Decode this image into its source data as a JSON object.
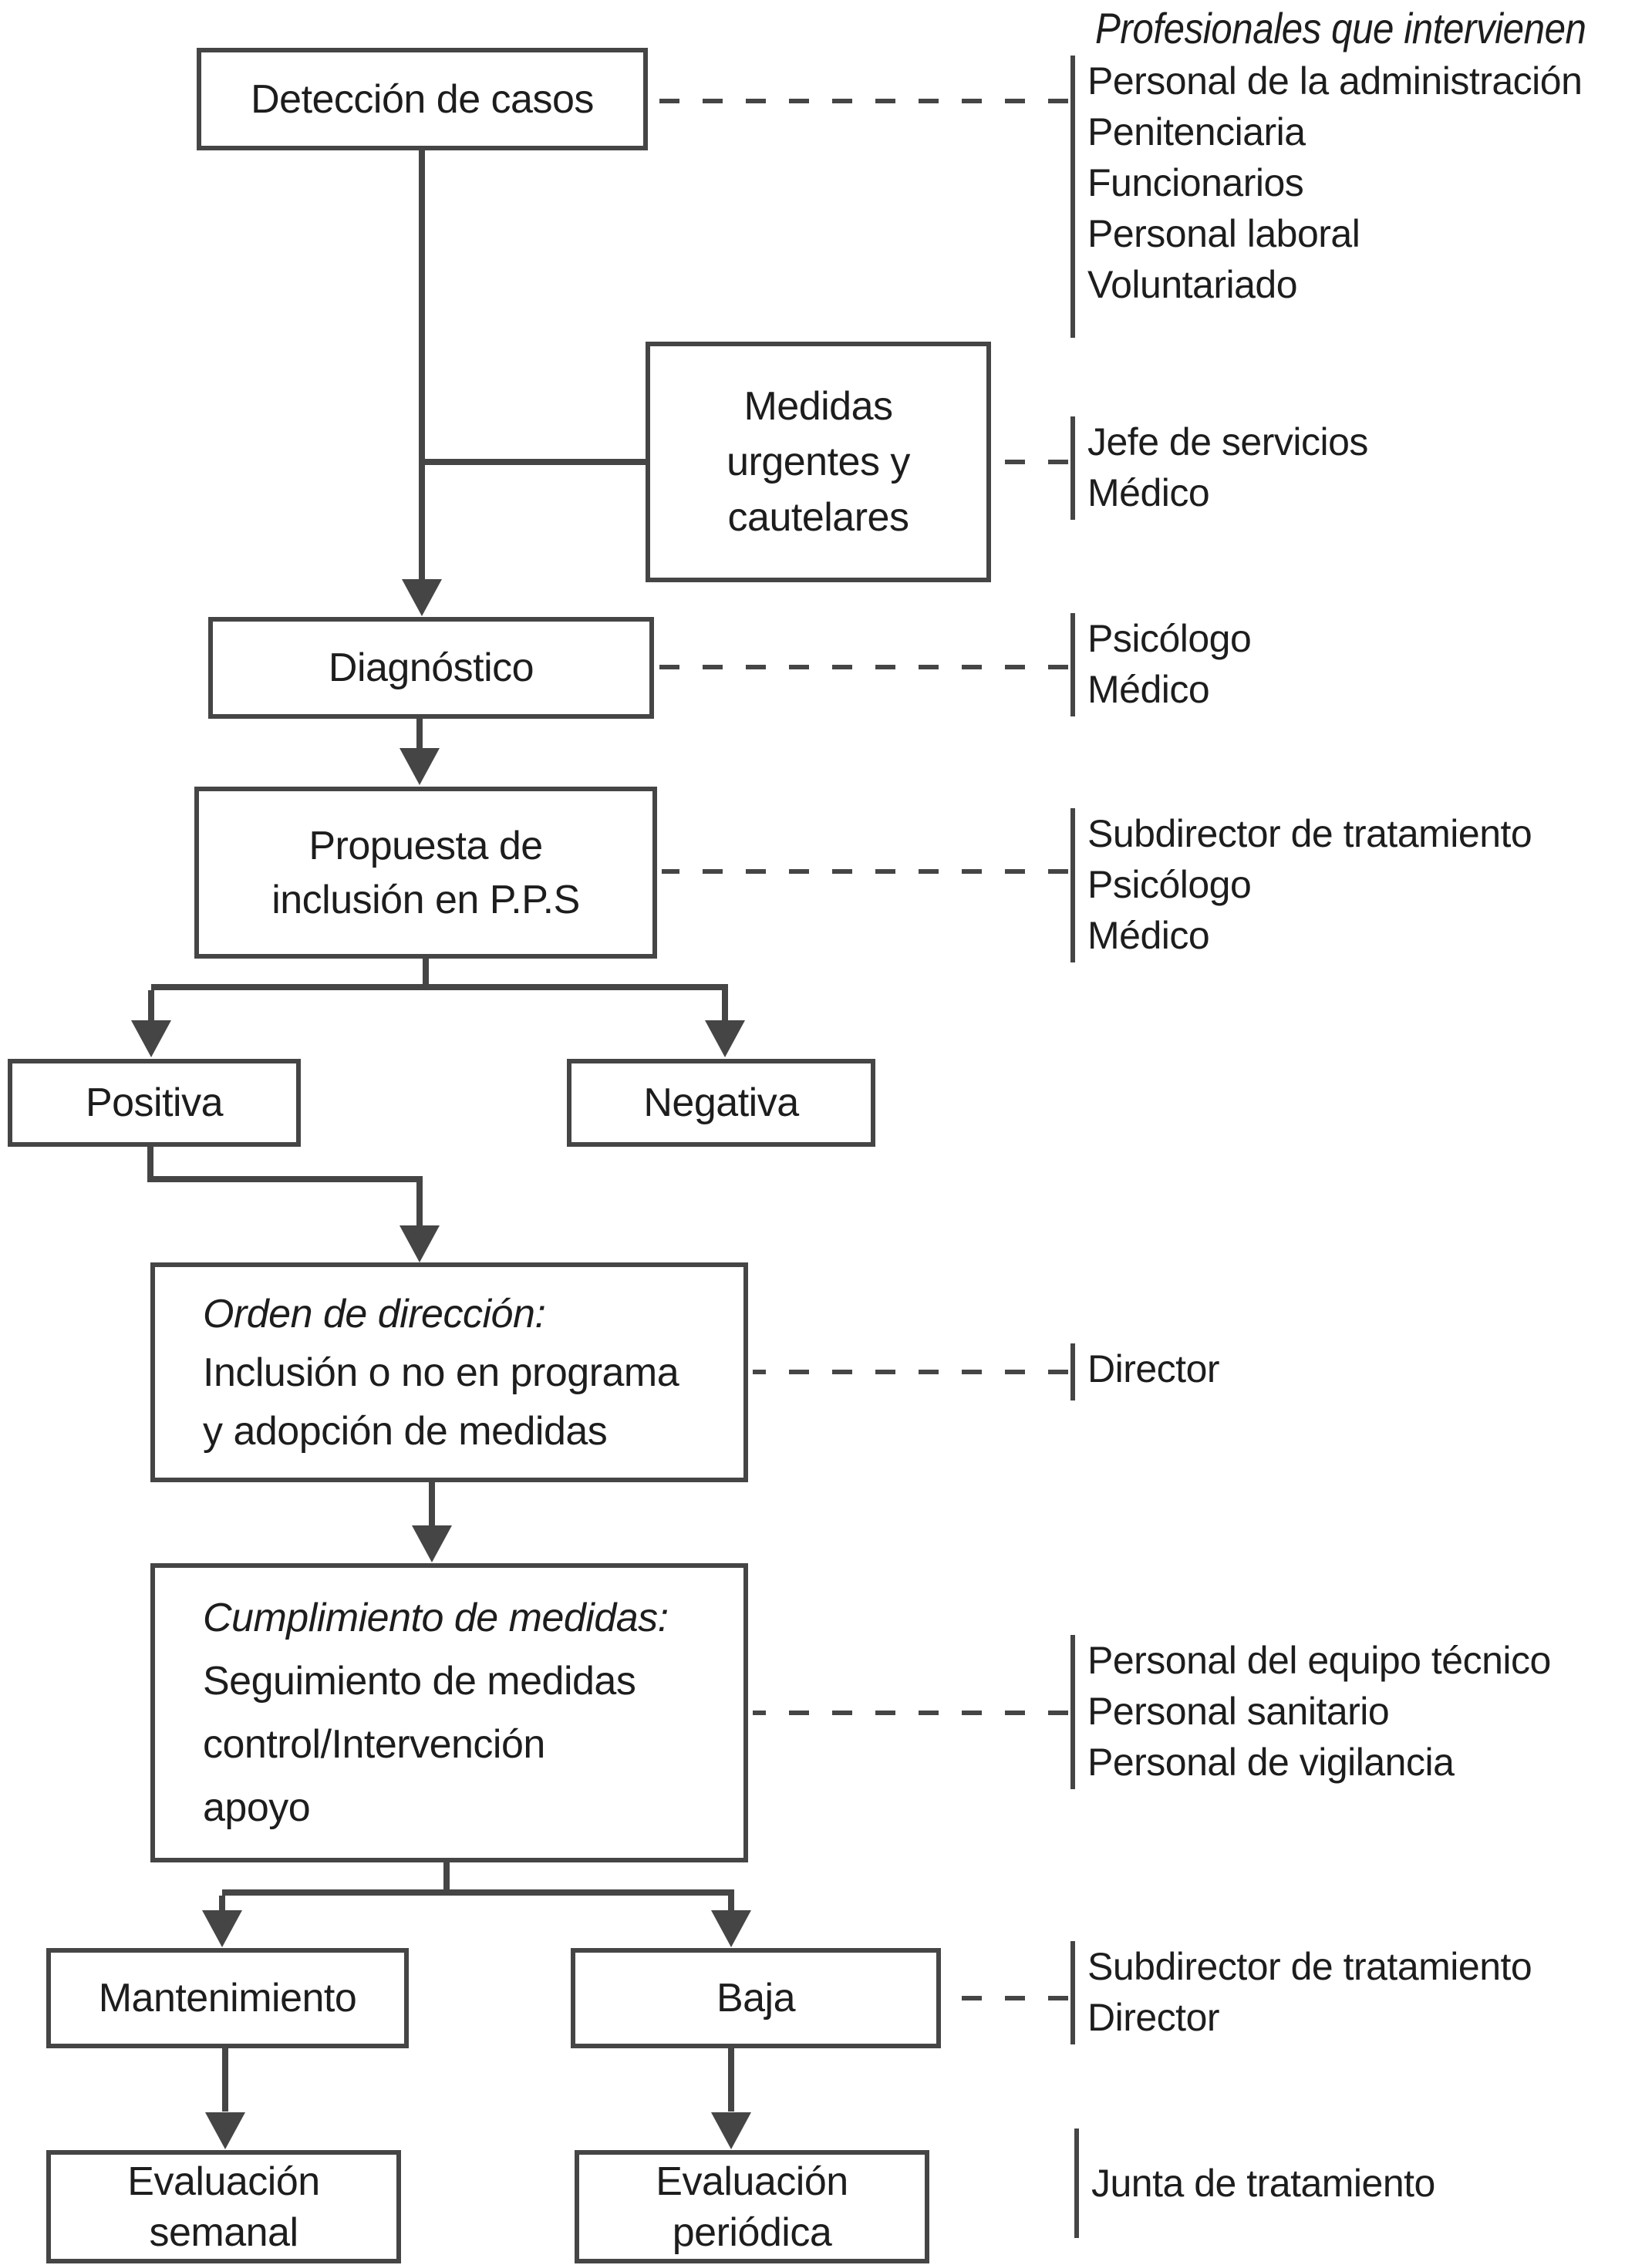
{
  "header": {
    "title": "Profesionales que intervienen"
  },
  "boxes": {
    "deteccion": {
      "lines": [
        "Detección de casos"
      ]
    },
    "medidas": {
      "lines": [
        "Medidas",
        "urgentes y",
        "cautelares"
      ]
    },
    "diagnostico": {
      "lines": [
        "Diagnóstico"
      ]
    },
    "propuesta": {
      "lines": [
        "Propuesta de",
        "inclusión en P.P.S"
      ]
    },
    "positiva": {
      "lines": [
        "Positiva"
      ]
    },
    "negativa": {
      "lines": [
        "Negativa"
      ]
    },
    "orden": {
      "lines": [
        "Orden de dirección:",
        "Inclusión o no en programa",
        "y adopción de medidas"
      ]
    },
    "cumplimiento": {
      "lines": [
        "Cumplimiento de medidas:",
        "Seguimiento de medidas",
        "control/Intervención",
        "apoyo"
      ]
    },
    "mantenimiento": {
      "lines": [
        "Mantenimiento"
      ]
    },
    "baja": {
      "lines": [
        "Baja"
      ]
    },
    "eval_semanal": {
      "lines": [
        "Evaluación",
        "semanal"
      ]
    },
    "eval_periodica": {
      "lines": [
        "Evaluación",
        "periódica"
      ]
    }
  },
  "annotations": {
    "deteccion": [
      "Personal de la administración",
      "Penitenciaria",
      "Funcionarios",
      "Personal laboral",
      "Voluntariado"
    ],
    "medidas": [
      "Jefe de servicios",
      "Médico"
    ],
    "diagnostico": [
      "Psicólogo",
      "Médico"
    ],
    "propuesta": [
      "Subdirector de tratamiento",
      "Psicólogo",
      "Médico"
    ],
    "orden": [
      "Director"
    ],
    "cumplimiento": [
      "Personal del equipo técnico",
      "Personal sanitario",
      "Personal de vigilancia"
    ],
    "baja": [
      "Subdirector de tratamiento",
      "Director"
    ],
    "evaluacion": [
      "Junta de tratamiento"
    ]
  },
  "colors": {
    "line": "#454545",
    "text": "#1d1d1d",
    "background": "#ffffff"
  }
}
